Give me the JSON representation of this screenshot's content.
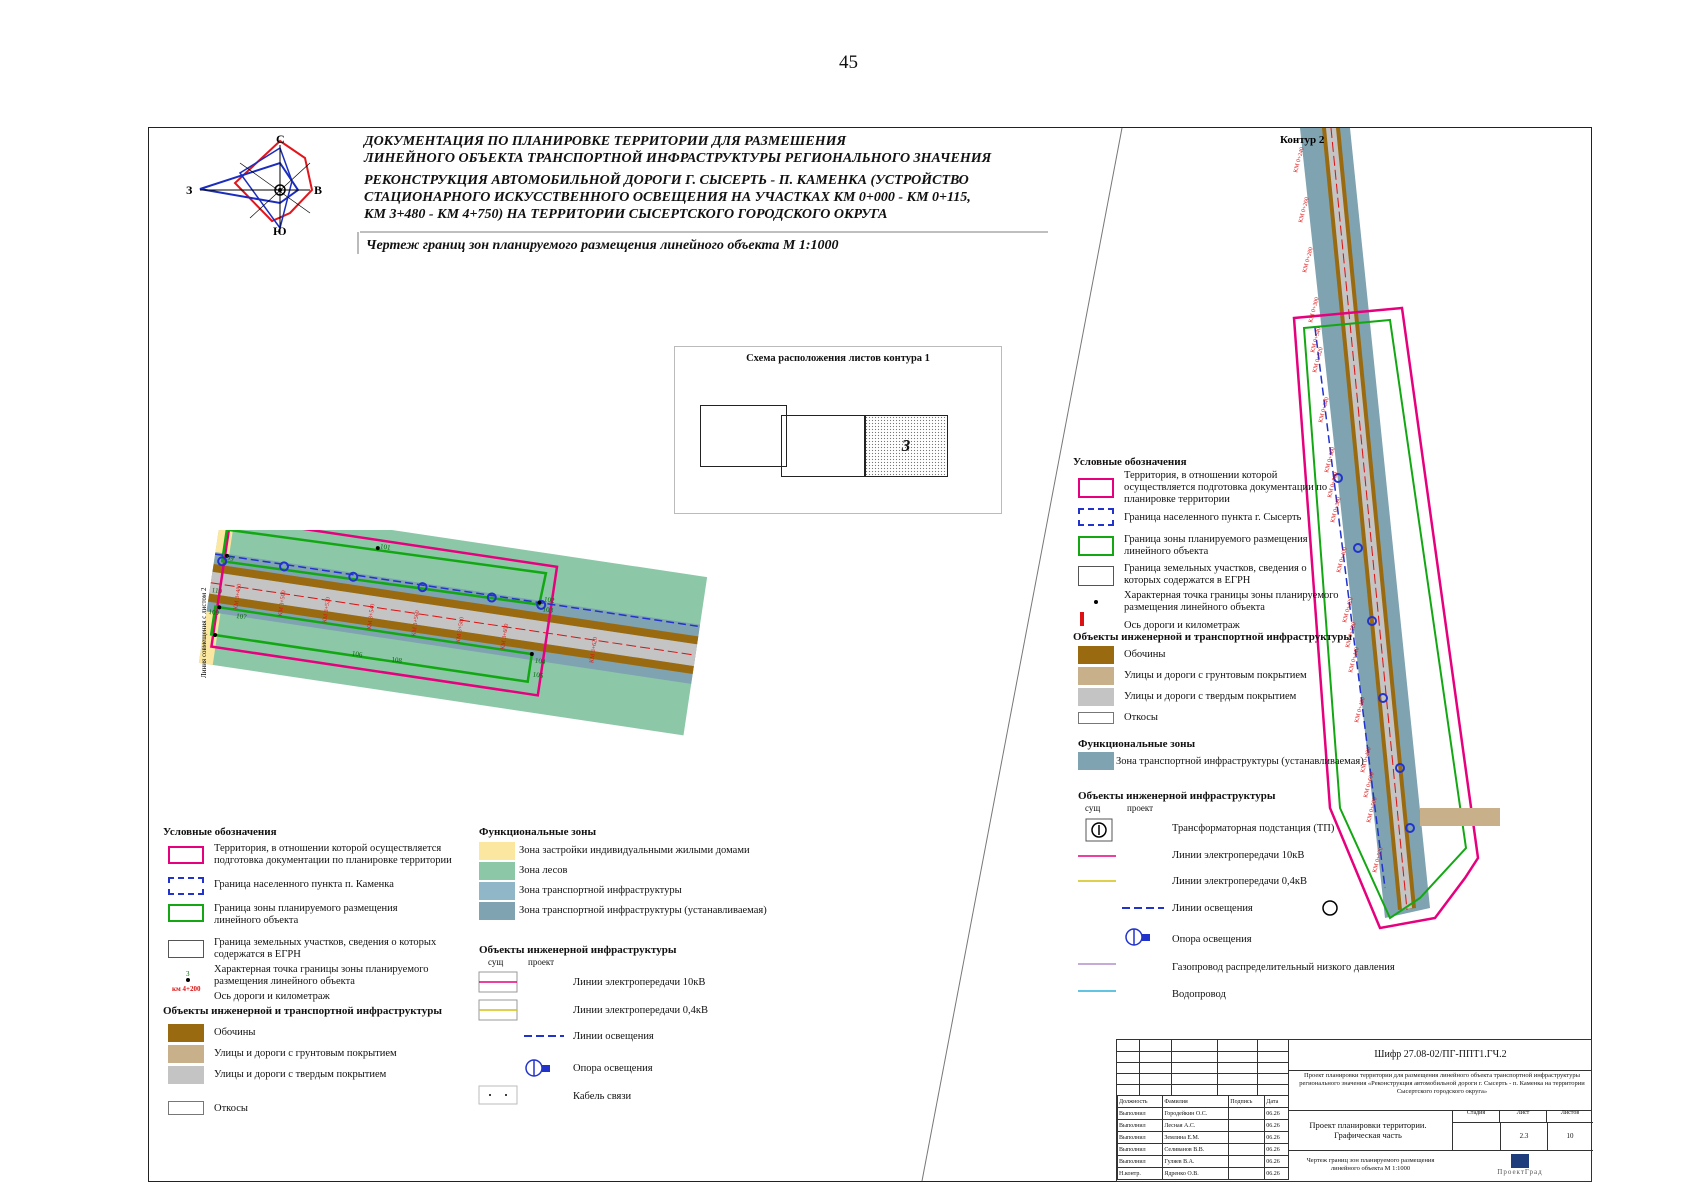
{
  "page_number": "45",
  "compass": {
    "n": "С",
    "s": "Ю",
    "w": "З",
    "e": "В"
  },
  "title": {
    "line1": "ДОКУМЕНТАЦИЯ ПО ПЛАНИРОВКЕ ТЕРРИТОРИИ ДЛЯ РАЗМЕШЕНИЯ",
    "line2": "ЛИНЕЙНОГО ОБЪЕКТА ТРАНСПОРТНОЙ ИНФРАСТРУКТУРЫ РЕГИОНАЛЬНОГО ЗНАЧЕНИЯ",
    "line3": "РЕКОНСТРУКЦИЯ АВТОМОБИЛЬНОЙ ДОРОГИ Г. СЫСЕРТЬ - П. КАМЕНКА (УСТРОЙСТВО",
    "line4": "СТАЦИОНАРНОГО ИСКУССТВЕННОГО ОСВЕЩЕНИЯ НА УЧАСТКАХ КМ 0+000 - КМ 0+115,",
    "line5": "КМ 3+480 - КМ 4+750) НА ТЕРРИТОРИИ СЫСЕРТСКОГО ГОРОДСКОГО ОКРУГА",
    "subtitle": "Чертеж границ зон планируемого размещения линейного объекта М 1:1000"
  },
  "scheme": {
    "title": "Схема расположения листов контура 1",
    "sheet_number": "3"
  },
  "map_left": {
    "side_label": "Линия совмещения с листом 2",
    "points": [
      "97",
      "98",
      "99",
      "100",
      "101",
      "102",
      "103",
      "104",
      "105",
      "106",
      "107",
      "108",
      "109",
      "110"
    ],
    "km_labels": [
      "КМ 3+480",
      "КМ 3+500",
      "КМ 3+520",
      "КМ 3+540",
      "КМ 3+560",
      "КМ 3+580",
      "КМ 3+600",
      "КМ 3+620"
    ]
  },
  "map_right": {
    "contour_label": "Контур 2",
    "km_labels": [
      "КМ 0+240",
      "КМ 0+260",
      "КМ 0+280",
      "КМ 0+300",
      "КМ 0+320",
      "КМ 0+340",
      "КМ 0+360",
      "КМ 0+380",
      "КМ 0+400",
      "КМ 0+420",
      "КМ 0+440",
      "КМ 0+460",
      "КМ 0+480",
      "КМ 0+500",
      "КМ 0+520",
      "КМ 0+540",
      "КМ 0+560",
      "КМ 0+580",
      "КМ 0+600"
    ]
  },
  "legend_left": {
    "heading": "Условные обозначения",
    "items": [
      "Территория, в отношении которой осуществляется подготовка документации по планировке территории",
      "Граница населенного пункта п. Каменка",
      "Граница зоны планируемого размещения линейного объекта",
      "Граница земельных участков, сведения о которых содержатся в ЕГРН",
      "Характерная точка границы зоны планируемого размещения линейного объекта",
      "Ось дороги и километраж"
    ],
    "point_num": "3",
    "km_sample": "км 4+200",
    "infra_heading": "Объекты инженерной и транспортной инфраструктуры",
    "infra_items": [
      "Обочины",
      "Улицы и дороги с грунтовым покрытием",
      "Улицы и дороги с твердым покрытием",
      "Откосы"
    ]
  },
  "zones_left": {
    "heading": "Функциональные зоны",
    "items": [
      "Зона застройки индивидуальными жилыми домами",
      "Зона лесов",
      "Зона транспортной инфраструктуры",
      "Зона транспортной инфраструктуры (устанавливаемая)"
    ]
  },
  "engineering_left": {
    "heading": "Объекты инженерной инфраструктуры",
    "col1": "сущ",
    "col2": "проект",
    "items": [
      "Линии электропередачи 10кВ",
      "Линии электропередачи 0,4кВ",
      "Линии освещения",
      "Опора освещения",
      "Кабель связи"
    ]
  },
  "legend_right": {
    "heading": "Условные обозначения",
    "items": [
      "Территория, в отношении которой осуществляется подготовка документации по планировке территории",
      "Граница населенного пункта г. Сысерть",
      "Граница зоны планируемого размещения линейного объекта",
      "Граница земельных участков, сведения о которых содержатся в ЕГРН",
      "Характерная точка границы зоны планируемого размещения линейного объекта",
      "Ось дороги и километраж"
    ],
    "infra_heading": "Объекты инженерной и транспортной инфраструктуры",
    "infra_items": [
      "Обочины",
      "Улицы и дороги с грунтовым покрытием",
      "Улицы и дороги с твердым покрытием",
      "Откосы"
    ],
    "zones_heading": "Функциональные зоны",
    "zones_items": [
      "Зона транспортной инфраструктуры (устанавливаемая)"
    ],
    "eng_heading": "Объекты инженерной инфраструктуры",
    "col1": "сущ",
    "col2": "проект",
    "eng_items": [
      "Трансформаторная подстанция (ТП)",
      "Линии электропередачи 10кВ",
      "Линии электропередачи 0,4кВ",
      "Линии освещения",
      "Опора освещения",
      "Газопровод распределительный низкого давления",
      "Водопровод"
    ]
  },
  "stamp": {
    "code": "Шифр 27.08-02/ПГ-ППТ1.ГЧ.2",
    "project_desc": "Проект планировки территории для размещения линейного объекта транспортной инфраструктуры регионального значения «Реконструкция автомобильной дороги г. Сысерть - п. Каменка на территории Сысертского городского округа»",
    "headers": [
      "Должность",
      "Фамилия",
      "Подпись",
      "Дата"
    ],
    "rows": [
      [
        "Выполнил",
        "Городейкин О.С.",
        "",
        "06.26"
      ],
      [
        "Выполнил",
        "Лесная А.С.",
        "",
        "06.26"
      ],
      [
        "Выполнил",
        "Землина Е.М.",
        "",
        "06.26"
      ],
      [
        "Выполнил",
        "Селиванов В.В.",
        "",
        "06.26"
      ],
      [
        "Выполнил",
        "Гуляев В.А.",
        "",
        "06.26"
      ],
      [
        "Н.контр.",
        "Ядренко О.В.",
        "",
        "06.26"
      ]
    ],
    "section": "Проект планировки территории. Графическая часть",
    "stage_h": "Стадия",
    "sheet_h": "Лист",
    "sheets_h": "Листов",
    "sheet": "2.3",
    "sheets": "10",
    "drawing": "Чертеж границ зон планируемого размещения линейного объекта М 1:1000",
    "company": "ПроектГрад"
  },
  "colors": {
    "territory": "#e6007e",
    "settlement": "#2233cc",
    "zone_border": "#13a813",
    "shoulder": "#9a6a10",
    "dirt_road": "#c8b08a",
    "hard_road": "#c4c4c4",
    "residential": "#fbe7a0",
    "forest": "#8cc8a8",
    "transport": "#8fb7c8",
    "transport_planned": "#7fa3b0"
  }
}
